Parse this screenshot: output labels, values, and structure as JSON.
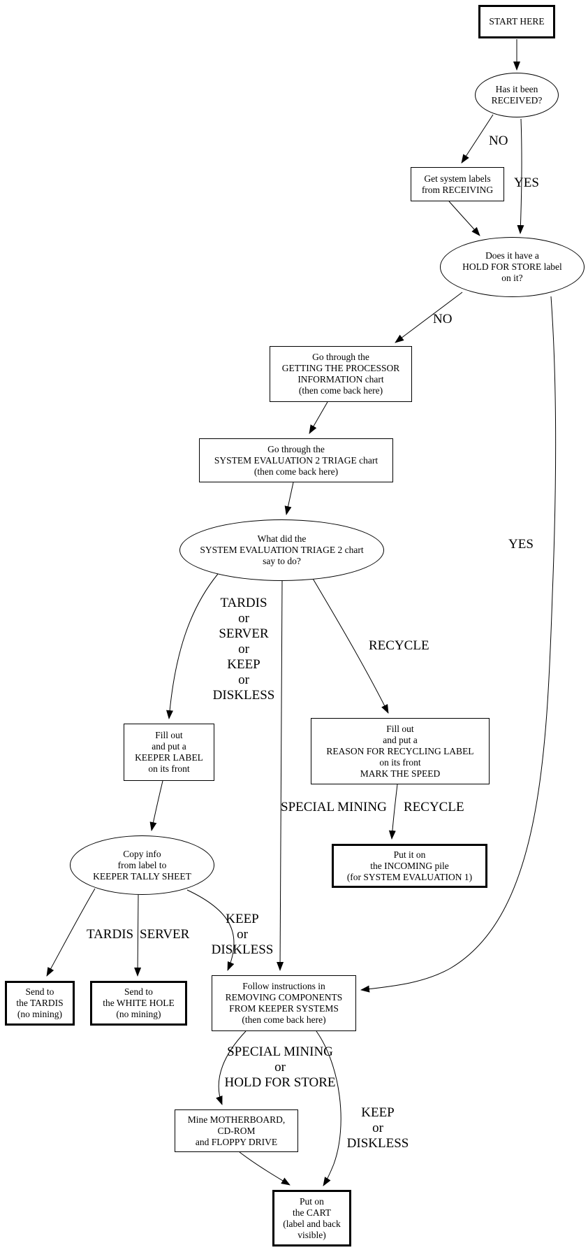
{
  "diagram": {
    "title": "Keeper / recycling triage flowchart",
    "background_color": "#ffffff",
    "line_color": "#000000",
    "text_color": "#000000"
  },
  "nodes": {
    "start": {
      "type": "start",
      "text": "START HERE"
    },
    "received": {
      "type": "decision",
      "text": "Has it been\nRECEIVED?"
    },
    "get_labels": {
      "type": "process",
      "text": "Get system labels\nfrom RECEIVING"
    },
    "hold_for_store": {
      "type": "decision",
      "text": "Does it have a\nHOLD FOR STORE label\non it?"
    },
    "processor_chart": {
      "type": "process",
      "text": "Go through the\nGETTING THE PROCESSOR\nINFORMATION chart\n(then come back here)"
    },
    "triage_chart": {
      "type": "process",
      "text": "Go through the\nSYSTEM EVALUATION 2 TRIAGE chart\n(then come back here)"
    },
    "what_did": {
      "type": "decision",
      "text": "What did the\nSYSTEM EVALUATION TRIAGE 2 chart\nsay to do?"
    },
    "keeper_label": {
      "type": "process",
      "text": "Fill out\nand put a\nKEEPER LABEL\non its front"
    },
    "recycling_label": {
      "type": "process",
      "text": "Fill out\nand put a\nREASON FOR RECYCLING LABEL\non its front\nMARK THE SPEED"
    },
    "incoming_pile": {
      "type": "terminal",
      "text": "Put it on\nthe INCOMING pile\n(for SYSTEM EVALUATION 1)"
    },
    "tally_sheet": {
      "type": "decision",
      "text": "Copy info\nfrom label to\nKEEPER TALLY SHEET"
    },
    "send_tardis": {
      "type": "terminal",
      "text": "Send to\nthe TARDIS\n(no mining)"
    },
    "send_white_hole": {
      "type": "terminal",
      "text": "Send to\nthe WHITE HOLE\n(no mining)"
    },
    "removing_components": {
      "type": "process",
      "text": "Follow instructions in\nREMOVING COMPONENTS\nFROM KEEPER SYSTEMS\n(then come back here)"
    },
    "mine_motherboard": {
      "type": "process",
      "text": "Mine MOTHERBOARD,\nCD-ROM\nand FLOPPY DRIVE"
    },
    "cart": {
      "type": "terminal",
      "text": "Put on\nthe CART\n(label and back\nvisible)"
    }
  },
  "edge_labels": {
    "no1": "NO",
    "yes1": "YES",
    "no2": "NO",
    "yes2": "YES",
    "triage_keep_group": "TARDIS\nor\nSERVER\nor\nKEEP\nor\nDISKLESS",
    "recycle1": "RECYCLE",
    "special_mining1": "SPECIAL MINING",
    "recycle2": "RECYCLE",
    "tardis": "TARDIS",
    "server": "SERVER",
    "keep_diskless1": "KEEP\nor\nDISKLESS",
    "special_mining_hold": "SPECIAL MINING\nor\nHOLD FOR STORE",
    "keep_diskless2": "KEEP\nor\nDISKLESS"
  }
}
